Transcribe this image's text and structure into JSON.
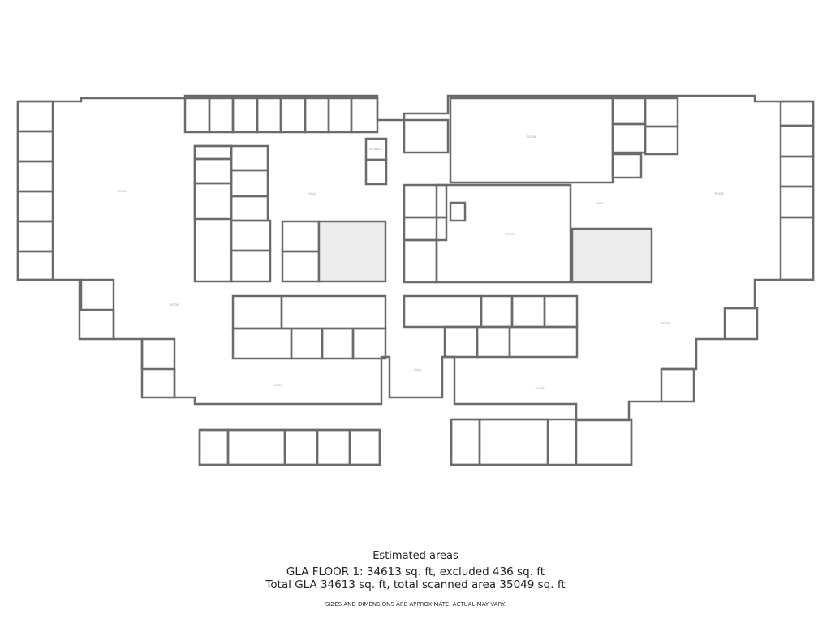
{
  "plan": {
    "room_label": "ROOM",
    "hall_label": "HALL",
    "storage_label": "STORAGE"
  },
  "footer": {
    "heading": "Estimated areas",
    "floor_line": "GLA FLOOR 1: 34613 sq. ft, excluded 436 sq. ft",
    "total_line": "Total GLA 34613 sq. ft, total scanned area 35049 sq. ft",
    "disclaimer": "SIZES AND DIMENSIONS ARE APPROXIMATE, ACTUAL MAY VARY."
  }
}
